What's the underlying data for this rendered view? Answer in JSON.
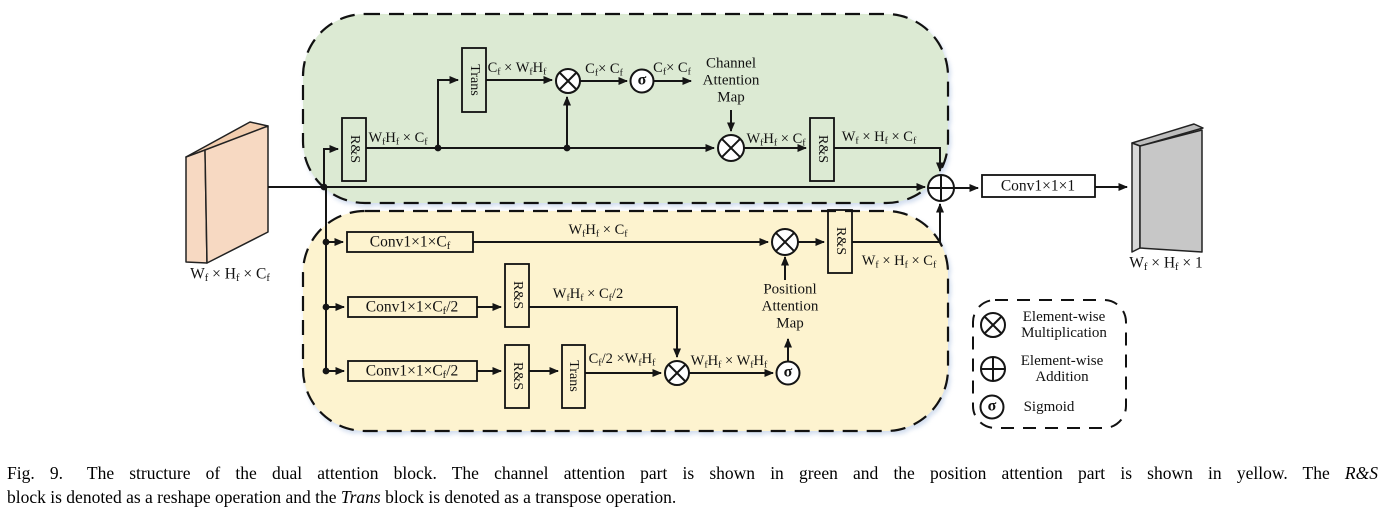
{
  "figure": {
    "colors": {
      "green": "#dcead3",
      "yellow": "#fdf3cf",
      "peach": "#f7d9c2",
      "peachdark": "#f2cdae",
      "gray": "#c7c7c7",
      "graylight": "#d8d8d8",
      "graydark": "#bdbdbd",
      "line": "#151515"
    },
    "input_label": "W_f × H_f × C_f",
    "output_label": "W_f × H_f × 1",
    "conv_out_label": "Conv1×1×1",
    "channel": {
      "rs1": "R&S",
      "trans": "Trans",
      "rs2": "R&S",
      "lbl_rs1_out": "W_fH_f × C_f",
      "lbl_trans_out": "C_f × W_fH_f",
      "lbl_mul1_out": "C_f× C_f",
      "lbl_sig_out": "C_f× C_f",
      "cam": [
        "Channel",
        "Attention",
        "Map"
      ],
      "lbl_mul2_out": "W_fH_f × C_f",
      "lbl_rs2_out": "W_f × H_f × C_f",
      "sigma": "σ"
    },
    "position": {
      "conv1": "Conv1×1×C_f",
      "conv2": "Conv1×1×C_f/2",
      "conv3": "Conv1×1×C_f/2",
      "rs1": "R&S",
      "rs2": "R&S",
      "rs3": "R&S",
      "trans": "Trans",
      "lbl_b1": "W_fH_f × C_f",
      "lbl_b2": "W_fH_f × C_f/2",
      "lbl_b3": "C_f/2 ×W_fH_f",
      "lbl_mul_out": "W_fH_f × W_fH_f",
      "pam": [
        "Positionl",
        "Attention",
        "Map"
      ],
      "lbl_rs3_out": "W_f × H_f × C_f",
      "sigma": "σ"
    },
    "legend": {
      "mul": [
        "Element-wise",
        "Multiplication"
      ],
      "add": [
        "Element-wise",
        "Addition"
      ],
      "sig": "Sigmoid",
      "sigma": "σ"
    },
    "caption": {
      "fig": "Fig. 9.",
      "part1": "The structure of the dual attention block. The channel attention part is shown in green and the position attention part is shown in yellow. The",
      "rs": "R&S",
      "part2": "block is denoted as a reshape operation and the",
      "trans": "Trans",
      "part3": "block is denoted as a transpose operation."
    }
  }
}
